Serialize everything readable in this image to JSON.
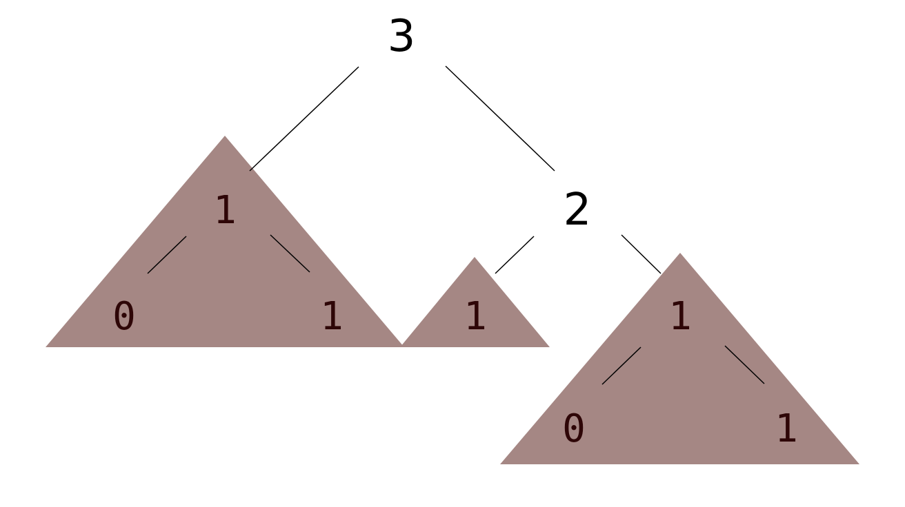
{
  "colors": {
    "background": "#ffffff",
    "subtree_fill": "#a58784",
    "node_text": "#000000",
    "leaf_text": "#2e0607",
    "edge": "#000000"
  },
  "tree": {
    "root": {
      "label": "3"
    },
    "right_child": {
      "label": "2"
    },
    "subtree_left": {
      "root": "1",
      "left": "0",
      "right": "1"
    },
    "subtree_middle": {
      "root": "1"
    },
    "subtree_right": {
      "root": "1",
      "left": "0",
      "right": "1"
    }
  }
}
